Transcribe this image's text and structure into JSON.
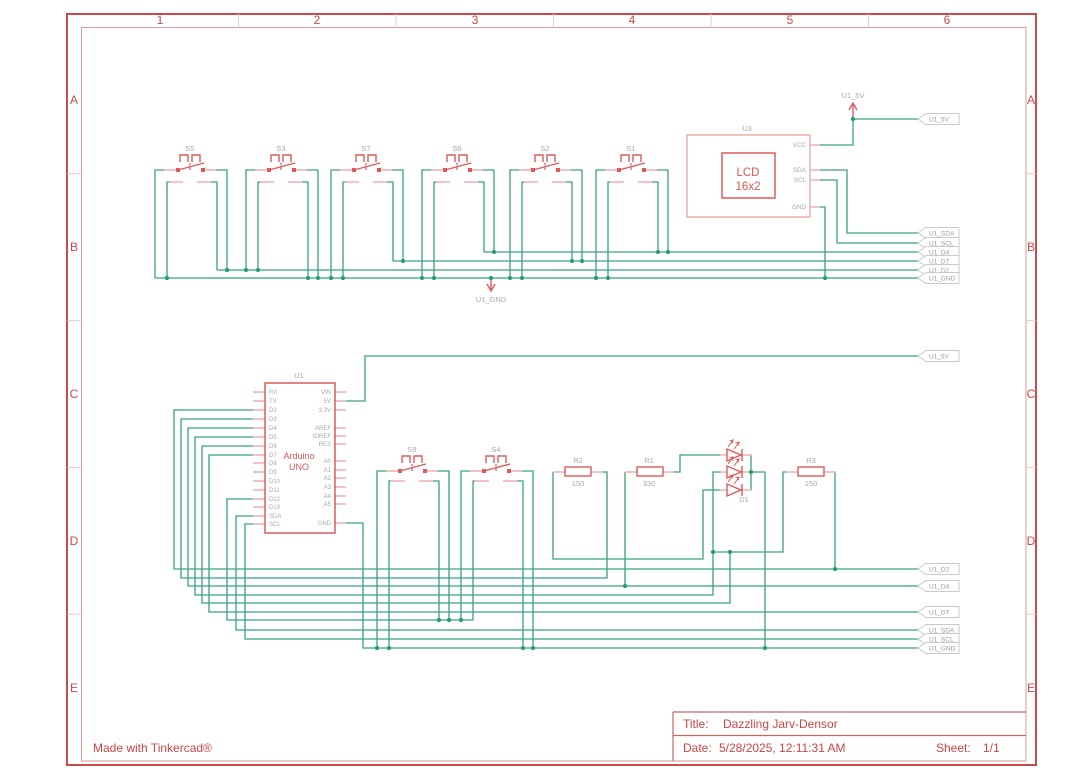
{
  "frame": {
    "columns": [
      "1",
      "2",
      "3",
      "4",
      "5",
      "6"
    ],
    "rows": [
      "A",
      "B",
      "C",
      "D",
      "E"
    ],
    "credit": "Made with Tinkercad®"
  },
  "title_block": {
    "title_label": "Title:",
    "title_value": "Dazzling Jarv-Densor",
    "date_label": "Date:",
    "date_value": "5/28/2025, 12:11:31 AM",
    "sheet_label": "Sheet:",
    "sheet_value": "1/1"
  },
  "colors": {
    "frame_red": "#c94b4b",
    "component_red": "#dd5a5a",
    "wire_green": "#3aa183",
    "junction_green": "#1f9e6d",
    "label_gray": "#a8a8a8",
    "stub_pink": "#f0b0b0"
  },
  "power_flags": {
    "vcc": "U1_5V",
    "gnd": "U1_GND"
  },
  "net_tags": {
    "top_right": "U1_5V",
    "row_b": [
      "U1_SDA",
      "U1_SCL",
      "U1_D4",
      "U1_D7",
      "U1_D2",
      "U1_GND"
    ],
    "mid_right": "U1_5V",
    "bottom": [
      "U1_D2",
      "U1_D4",
      "U1_D7",
      "U1_SDA",
      "U1_SCL",
      "U1_GND"
    ]
  },
  "components": {
    "lcd": {
      "ref": "U3",
      "display_line1": "LCD",
      "display_line2": "16x2",
      "pins": [
        "VCC",
        "SDA",
        "SCL",
        "GND"
      ]
    },
    "arduino": {
      "ref": "U1",
      "name_line1": "Arduino",
      "name_line2": "UNO",
      "left_pins": [
        "RX",
        "TX",
        "D2",
        "D3",
        "D4",
        "D5",
        "D6",
        "D7",
        "D8",
        "D9",
        "D10",
        "D11",
        "D12",
        "D13",
        "SDA",
        "SCL"
      ],
      "right_pins": [
        "VIN",
        "5V",
        "3.3V",
        "AREF",
        "IOREF",
        "RES",
        "A0",
        "A1",
        "A2",
        "A3",
        "A4",
        "A5",
        "GND"
      ]
    },
    "switches_top": [
      "S5",
      "S3",
      "S7",
      "S6",
      "S2",
      "S1"
    ],
    "switches_bottom": [
      "S8",
      "S4"
    ],
    "resistors": [
      {
        "ref": "R2",
        "value": "150"
      },
      {
        "ref": "R1",
        "value": "330"
      },
      {
        "ref": "R3",
        "value": "150"
      }
    ],
    "led": {
      "ref": "D1"
    }
  }
}
